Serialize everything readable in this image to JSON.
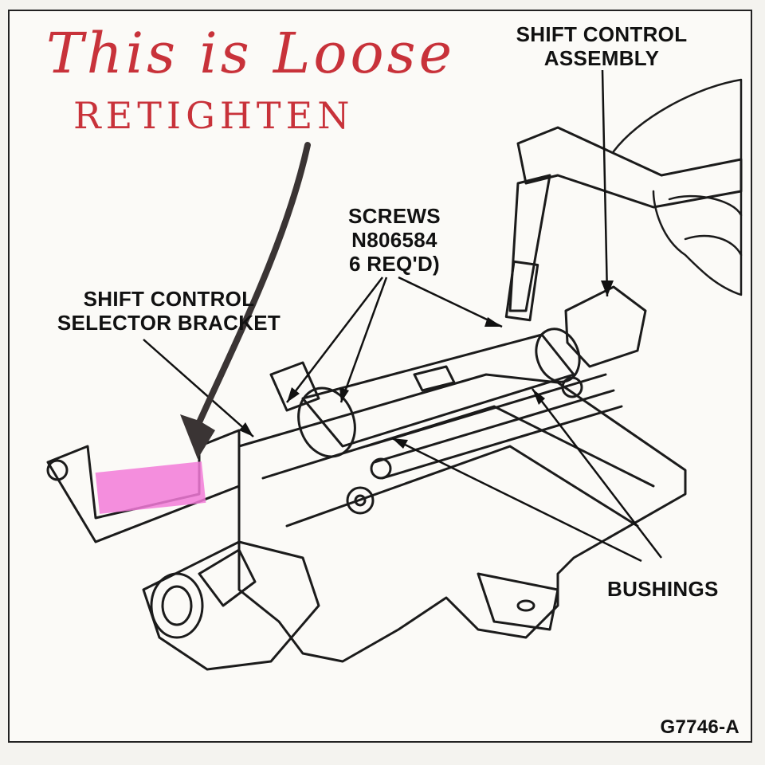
{
  "handwritten_note": {
    "line1": "This is Loose",
    "line2": "RETIGHTEN"
  },
  "labels": {
    "shift_control_assembly": [
      "SHIFT CONTROL",
      "ASSEMBLY"
    ],
    "screws": [
      "SCREWS",
      "N806584",
      "6 REQ'D)"
    ],
    "shift_control_selector_bracket": [
      "SHIFT CONTROL",
      "SELECTOR BRACKET"
    ],
    "bushings": "BUSHINGS",
    "figure_id": "G7746-A"
  },
  "colors": {
    "ink": "#111111",
    "handwriting": "#c8323a",
    "highlight": "#f27ad8",
    "marker": "#3a3434"
  }
}
